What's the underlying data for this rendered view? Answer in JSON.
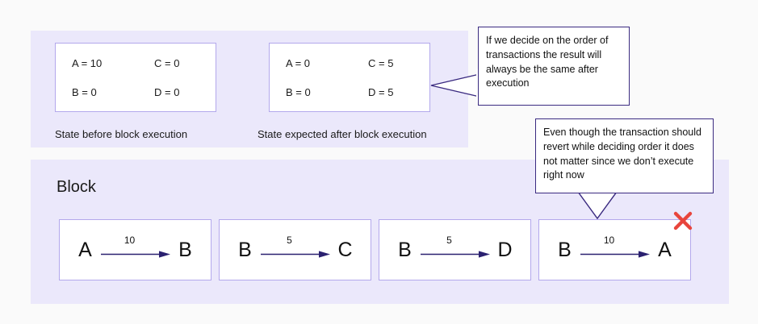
{
  "colors": {
    "panel_bg": "#ebe8fb",
    "box_border": "#b3a8ec",
    "callout_border": "#3a2a80",
    "arrow": "#2b2170",
    "revert_mark": "#e8453c",
    "text": "#1a1a1a",
    "page_bg": "#fafafa"
  },
  "state_panel": {
    "before": {
      "cells": [
        "A = 10",
        "C = 0",
        "B = 0",
        "D = 0"
      ],
      "caption": "State before block execution"
    },
    "after": {
      "cells": [
        "A = 0",
        "C = 5",
        "B = 0",
        "D = 5"
      ],
      "caption": "State expected after block execution"
    }
  },
  "block_panel": {
    "title": "Block",
    "transactions": [
      {
        "from": "A",
        "amount": "10",
        "to": "B",
        "reverts": false
      },
      {
        "from": "B",
        "amount": "5",
        "to": "C",
        "reverts": false
      },
      {
        "from": "B",
        "amount": "5",
        "to": "D",
        "reverts": false
      },
      {
        "from": "B",
        "amount": "10",
        "to": "A",
        "reverts": true
      }
    ],
    "revert_mark_icon": "red-x-icon"
  },
  "callouts": [
    {
      "id": "order",
      "text": "If we decide on the order of transactions the result will always be the same after execution",
      "tail_icon": "callout-tail-left-icon"
    },
    {
      "id": "revert",
      "text": "Even though the transaction should revert while deciding order it does not matter since we don’t execute right now",
      "tail_icon": "callout-tail-down-icon"
    }
  ]
}
